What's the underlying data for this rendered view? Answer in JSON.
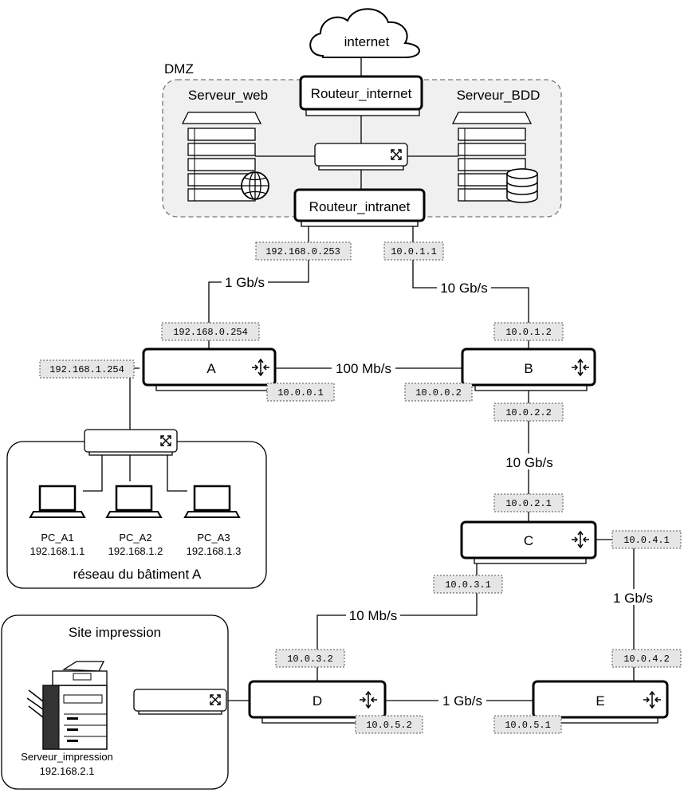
{
  "cloud": {
    "label": "internet"
  },
  "dmz": {
    "label": "DMZ",
    "web_server": "Serveur_web",
    "db_server": "Serveur_BDD",
    "router_internet": "Routeur_internet",
    "router_intranet": "Routeur_intranet"
  },
  "routers": {
    "a": "A",
    "b": "B",
    "c": "C",
    "d": "D",
    "e": "E"
  },
  "links": {
    "intranet_a": "1 Gb/s",
    "intranet_b": "10 Gb/s",
    "a_b": "100 Mb/s",
    "b_c": "10 Gb/s",
    "c_d": "10 Mb/s",
    "c_e": "1 Gb/s",
    "d_e": "1 Gb/s"
  },
  "ips": {
    "intranet_a": "192.168.0.253",
    "intranet_b": "10.0.1.1",
    "a_up": "192.168.0.254",
    "a_lan": "192.168.1.254",
    "a_b": "10.0.0.1",
    "b_up": "10.0.1.2",
    "b_a": "10.0.0.2",
    "b_c": "10.0.2.2",
    "c_up": "10.0.2.1",
    "c_e": "10.0.4.1",
    "c_d": "10.0.3.1",
    "d_up": "10.0.3.2",
    "d_e": "10.0.5.2",
    "e_up": "10.0.4.2",
    "e_d": "10.0.5.1"
  },
  "building_a": {
    "label": "réseau du bâtiment A",
    "pcs": [
      {
        "name": "PC_A1",
        "ip": "192.168.1.1"
      },
      {
        "name": "PC_A2",
        "ip": "192.168.1.2"
      },
      {
        "name": "PC_A3",
        "ip": "192.168.1.3"
      }
    ]
  },
  "print_site": {
    "label": "Site impression",
    "server_name": "Serveur_impression",
    "server_ip": "192.168.2.1"
  }
}
